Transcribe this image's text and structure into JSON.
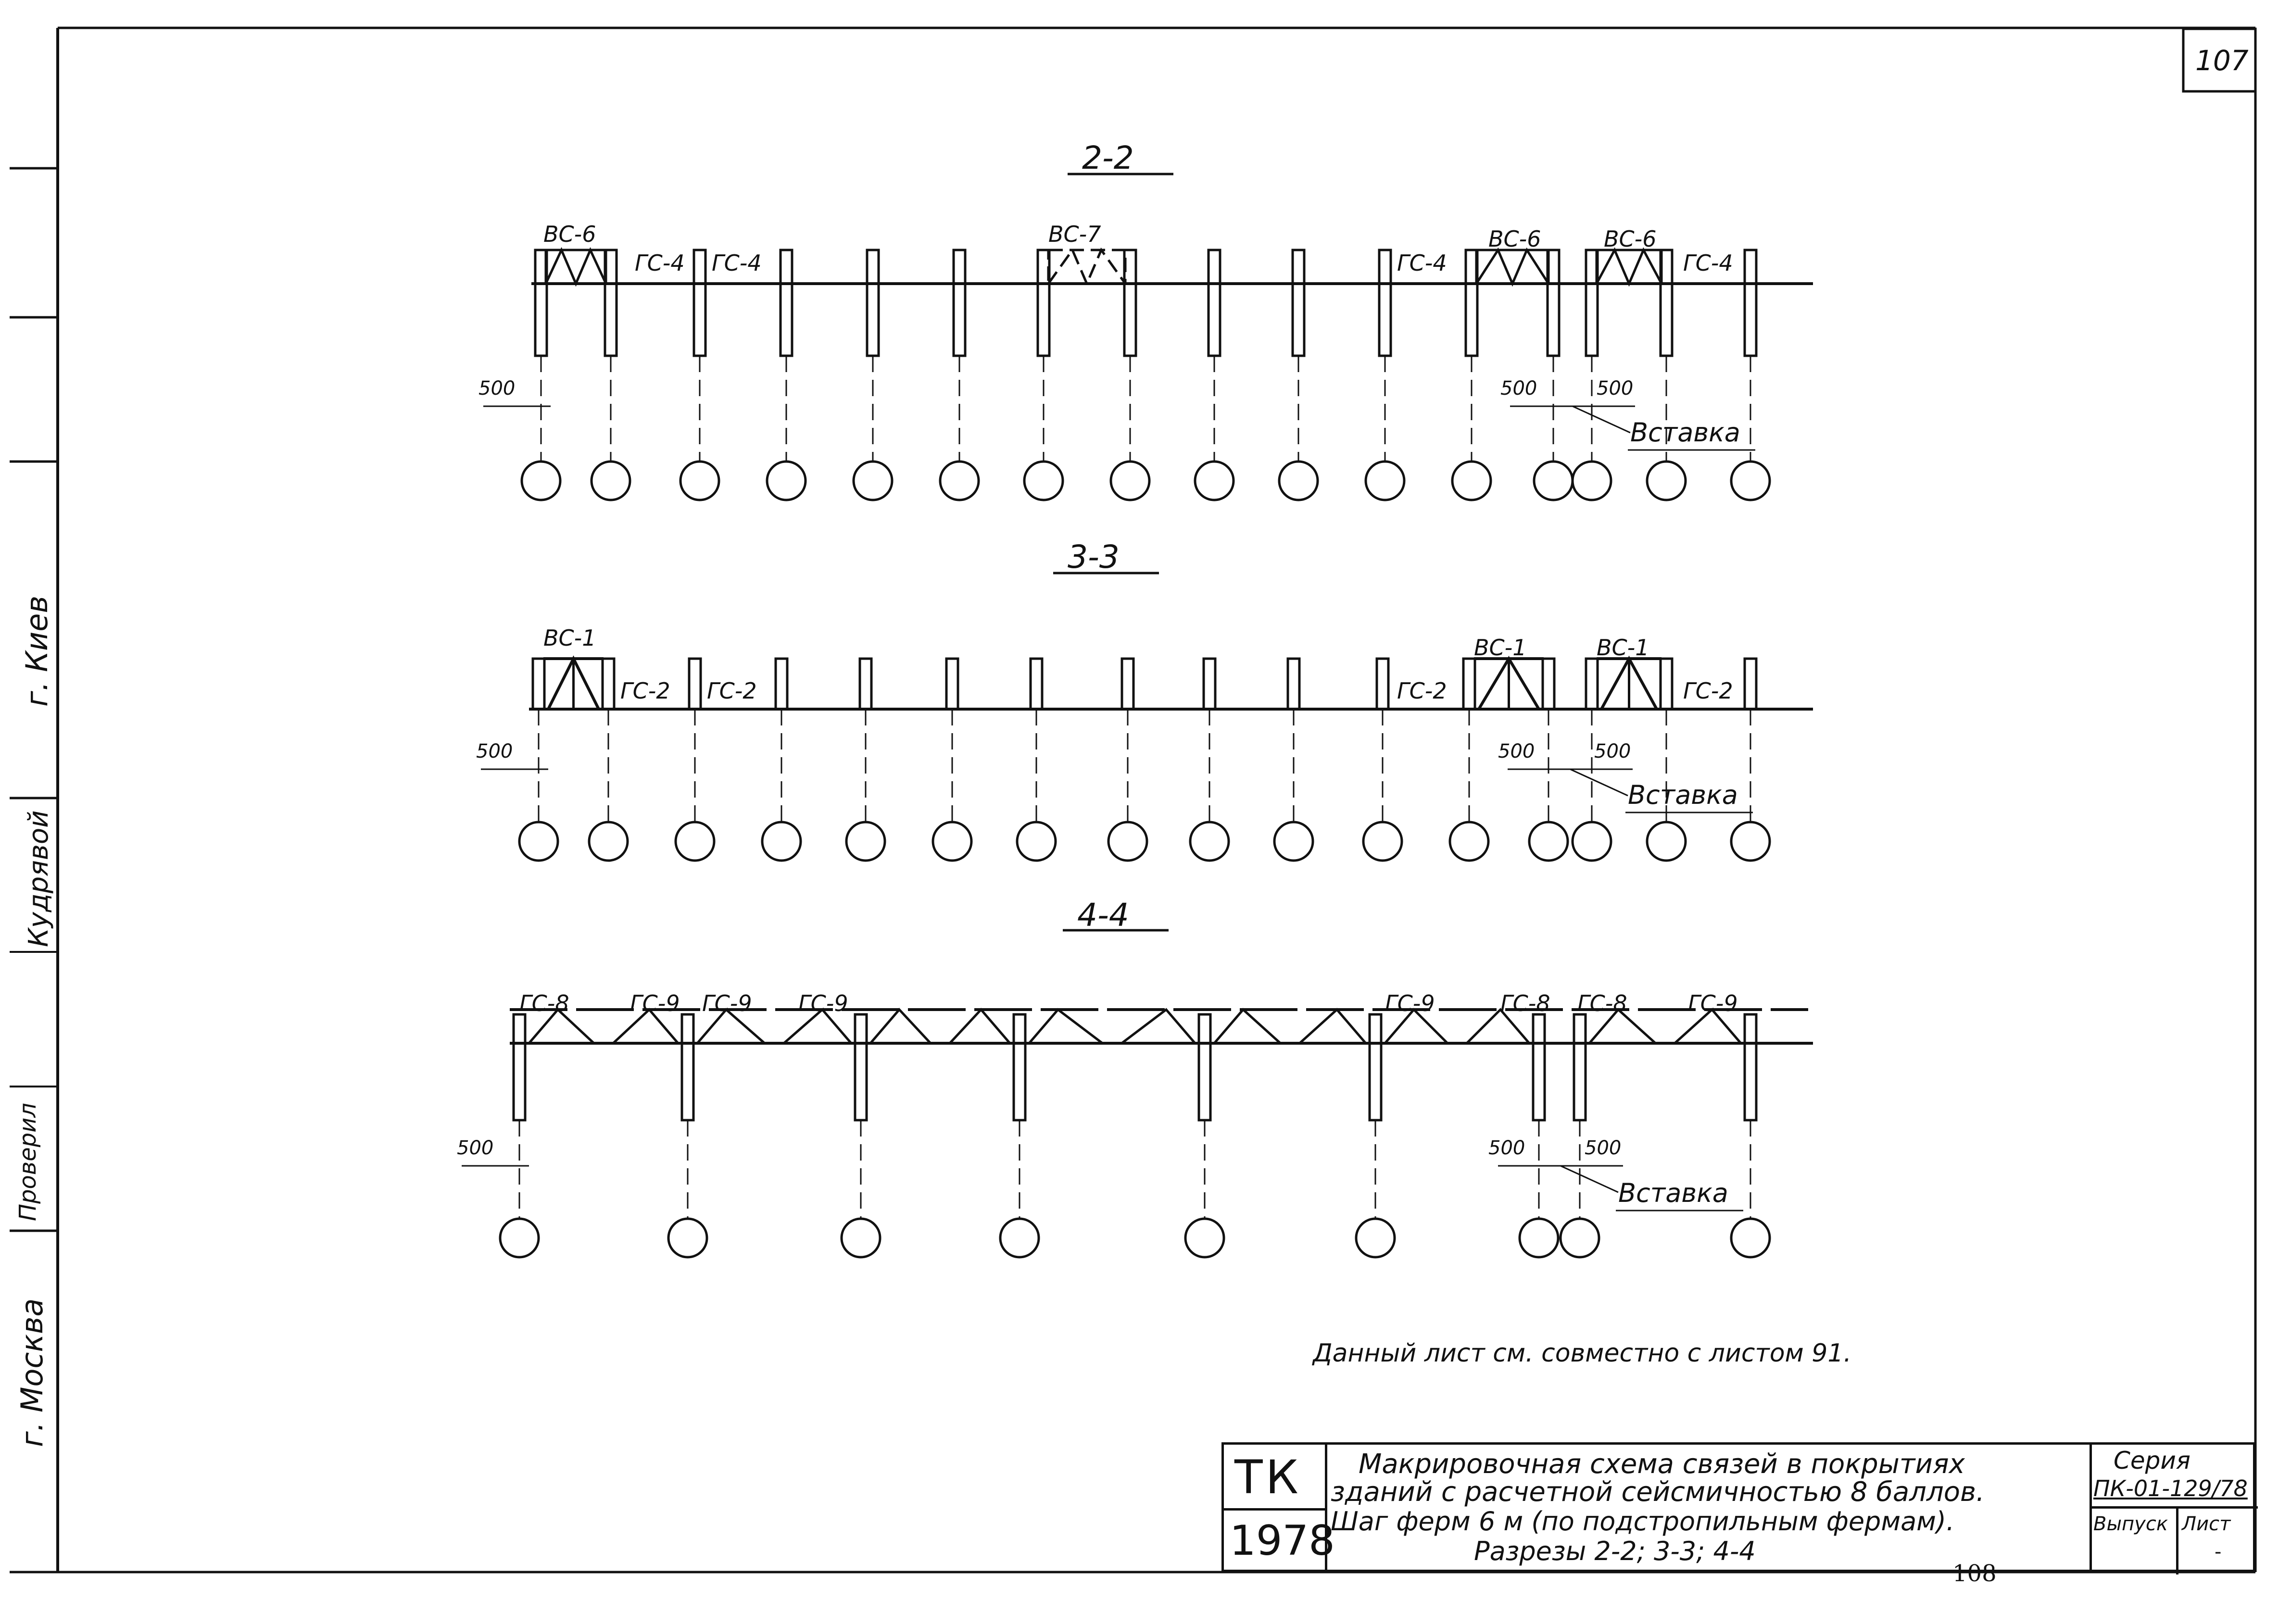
{
  "page_number": "107",
  "next_page": "108",
  "side_stamp": {
    "city_left": "г. Москва",
    "city_right": "г. Киев",
    "checked": "Проверил",
    "surname": "Кудрявой"
  },
  "sections": [
    {
      "id": "2-2",
      "title": "2-2",
      "dim_left": "500",
      "dim_right_1": "500",
      "dim_right_2": "500",
      "insert_label": "Вставка",
      "marks": [
        "ВС-6",
        "ГС-4",
        "ГС-4",
        "ВС-7",
        "ГС-4",
        "ВС-6",
        "ВС-6",
        "ГС-4"
      ]
    },
    {
      "id": "3-3",
      "title": "3-3",
      "dim_left": "500",
      "dim_right_1": "500",
      "dim_right_2": "500",
      "insert_label": "Вставка",
      "marks": [
        "ВС-1",
        "ГС-2",
        "ГС-2",
        "ГС-2",
        "ВС-1",
        "ВС-1",
        "ГС-2"
      ]
    },
    {
      "id": "4-4",
      "title": "4-4",
      "dim_left": "500",
      "dim_right_1": "500",
      "dim_right_2": "500",
      "insert_label": "Вставка",
      "marks": [
        "ГС-8",
        "ГС-9",
        "ГС-9",
        "ГС-9",
        "ГС-9",
        "ГС-8",
        "ГС-8",
        "ГС-9"
      ]
    }
  ],
  "note": "Данный лист см. совместно с листом 91.",
  "title_block": {
    "org": "ТК",
    "year": "1978",
    "title_lines": [
      "Макрировочная схема связей в покрытиях",
      "зданий с расчетной сейсмичностью 8 баллов.",
      "Шаг ферм 6 м (по подстропильным фермам).",
      "Разрезы 2-2; 3-3; 4-4"
    ],
    "series_label": "Серия",
    "series_value": "ПК-01-129/78",
    "issue_label": "Выпуск",
    "sheet_label": "Лист",
    "issue_value": "",
    "sheet_value": "-"
  }
}
